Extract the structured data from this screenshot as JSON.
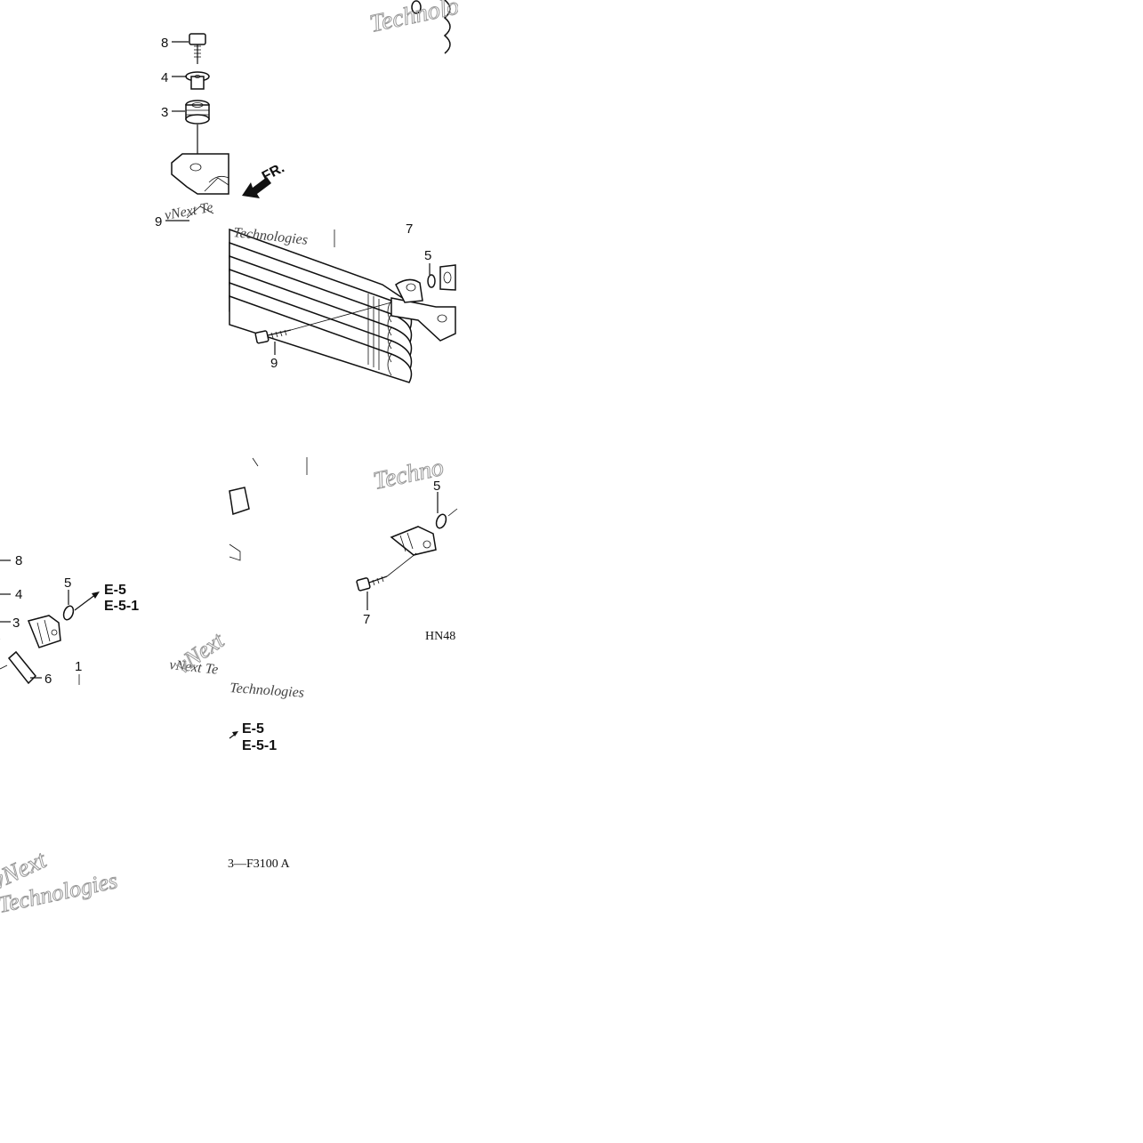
{
  "diagram": {
    "code": "3—F3100 A",
    "code2": "HN48",
    "direction_label": "FR.",
    "watermarks": [
      "vNext Technologies",
      "vNext",
      "Technologies",
      "Techno",
      "vNext Te",
      "Technologies"
    ],
    "refs": {
      "a_e5": "E-5",
      "a_e51": "E-5-1",
      "b_e5": "E-5",
      "b_e51": "E-5-1"
    },
    "callouts": {
      "top_8": "8",
      "top_4": "4",
      "top_3": "3",
      "top_9": "9",
      "mid_5": "5",
      "mid_9": "9",
      "mid_7": "7",
      "pipe_5": "5",
      "pipe_7": "7",
      "left_8": "8",
      "left_4": "4",
      "left_3": "3",
      "left_5": "5",
      "left_6": "6",
      "left_1": "1"
    },
    "colors": {
      "line": "#111111",
      "watermark": "#9a9a9a",
      "background": "#ffffff"
    }
  }
}
